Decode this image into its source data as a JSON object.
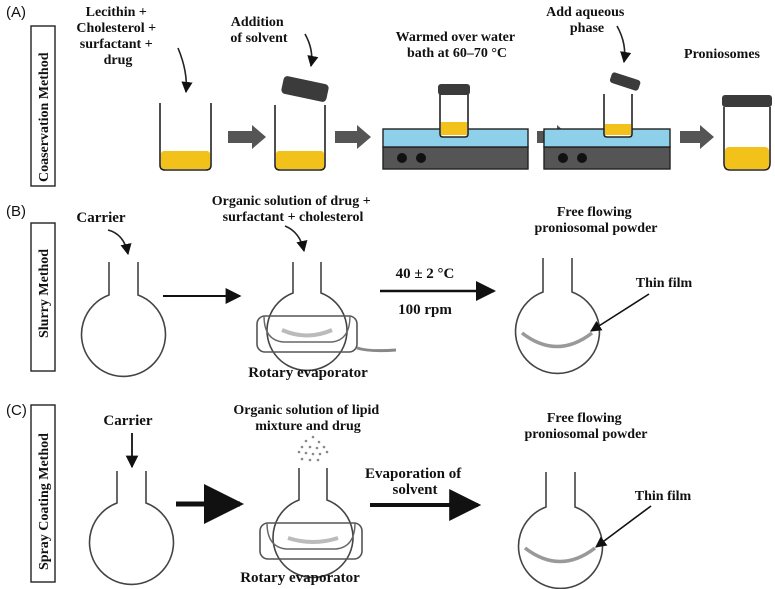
{
  "panel_a": {
    "label": "(A)",
    "method": "Coaservation Method",
    "ingredients": [
      "Lecithin +",
      "Cholesterol +",
      "surfactant +",
      "drug"
    ],
    "solvent": [
      "Addition",
      "of solvent"
    ],
    "warm": [
      "Warmed over water",
      "bath at 60–70 °C"
    ],
    "aqueous": [
      "Add aqueous",
      "phase"
    ],
    "product": "Proniosomes"
  },
  "panel_b": {
    "label": "(B)",
    "method": "Slurry Method",
    "carrier": "Carrier",
    "organic": [
      "Organic solution of drug +",
      "surfactant + cholesterol"
    ],
    "condition1": "40 ± 2 °C",
    "condition2": "100 rpm",
    "product": [
      "Free flowing",
      "proniosomal powder"
    ],
    "film": "Thin film",
    "device": "Rotary evaporator"
  },
  "panel_c": {
    "label": "(C)",
    "method": "Spray Coating Method",
    "carrier": "Carrier",
    "organic": [
      "Organic solution of  lipid",
      "mixture and drug"
    ],
    "evap": [
      "Evaporation of",
      "solvent"
    ],
    "product": [
      "Free flowing",
      "proniosomal powder"
    ],
    "film": "Thin film",
    "device": "Rotary evaporator"
  },
  "colors": {
    "liquid": "#f2c21b",
    "water": "#8ed0ea",
    "base": "#555555",
    "arrow": "#555555"
  }
}
